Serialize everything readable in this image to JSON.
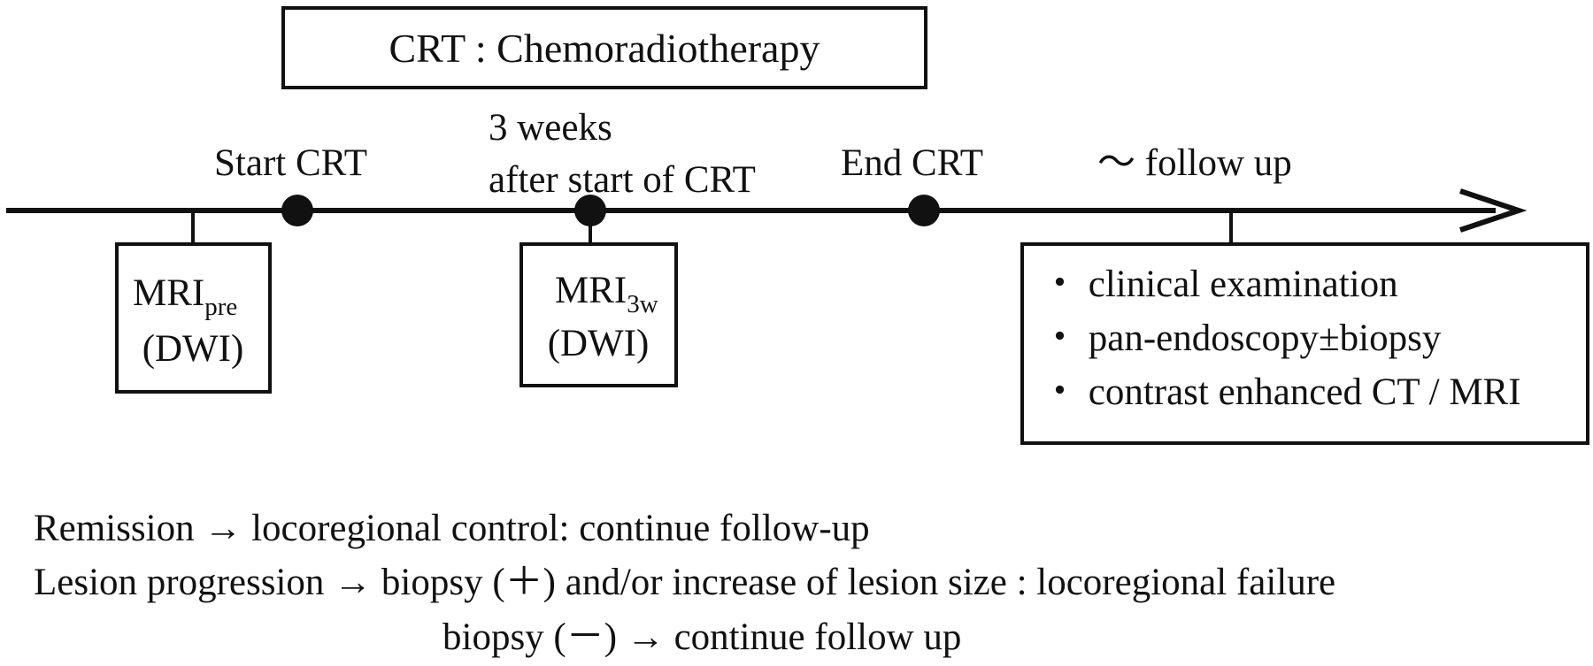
{
  "title": {
    "text": "CRT : Chemoradiotherapy"
  },
  "timeline": {
    "start": "Start CRT",
    "three_weeks_line1": "3 weeks",
    "three_weeks_line2": "after start of CRT",
    "end": "End CRT",
    "follow_up": "～ follow up"
  },
  "mri_pre": {
    "main": "MRI",
    "subscript": "pre",
    "detail": "(DWI)"
  },
  "mri_3w": {
    "main": "MRI",
    "subscript": "3w",
    "detail": "(DWI)"
  },
  "follow_up_box": {
    "items": [
      "・ clinical examination",
      "・ pan-endoscopy±biopsy",
      "・ contrast enhanced CT / MRI"
    ]
  },
  "outcomes": {
    "line1": "Remission → locoregional control: continue follow-up",
    "line2": "Lesion progression → biopsy (＋) and/or increase of lesion size : locoregional failure",
    "line3": "biopsy (－) → continue follow up"
  }
}
